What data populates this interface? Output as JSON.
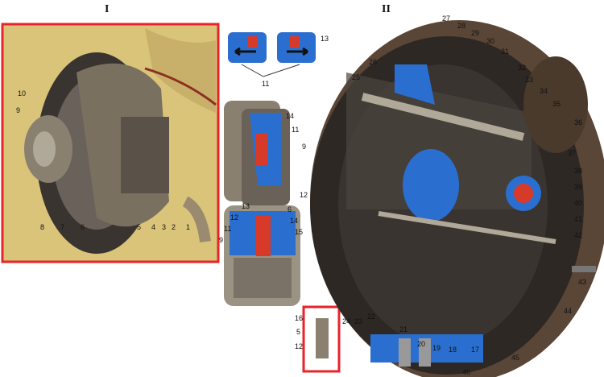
{
  "sections": {
    "first": "I",
    "second": "II"
  },
  "colors": {
    "frame": "#e8232a",
    "background_yellow": "#d9c47a",
    "metal_dark": "#3a3430",
    "drum_brown": "#5a4636",
    "hydraulic_blue": "#2a6fd0",
    "seal_red": "#d83a2a"
  },
  "labels": {
    "panel_one": [
      "10",
      "9",
      "8",
      "7",
      "6",
      "5",
      "4",
      "3",
      "2",
      "1"
    ],
    "piston_small": [
      "11",
      "13"
    ],
    "caliper_mid": [
      "14",
      "11",
      "9",
      "12"
    ],
    "caliper_section": [
      "13",
      "12",
      "11",
      "9",
      "6",
      "14",
      "15"
    ],
    "detail_box": [
      "16",
      "5",
      "12"
    ],
    "panel_two": [
      "27",
      "28",
      "29",
      "30",
      "31",
      "32",
      "33",
      "34",
      "35",
      "36",
      "37",
      "38",
      "39",
      "40",
      "41",
      "42",
      "43",
      "44",
      "45",
      "46",
      "26",
      "25",
      "24",
      "23",
      "22",
      "21",
      "20",
      "19",
      "18",
      "17"
    ]
  }
}
